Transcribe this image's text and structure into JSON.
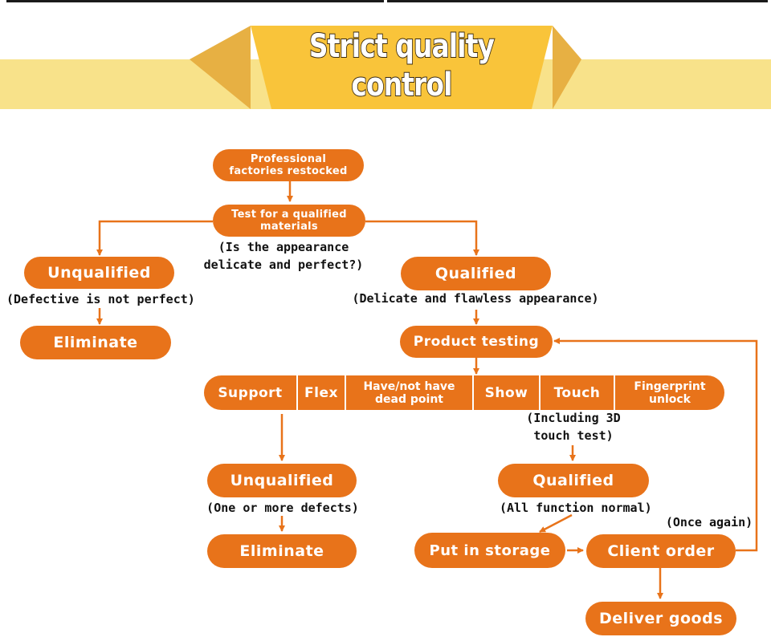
{
  "banner": {
    "title_line1": "Strict quality",
    "title_line2": "control"
  },
  "colors": {
    "node": "#e8731a",
    "arrow": "#e8731a",
    "band": "#f8e28a",
    "banner_center": "#f9c43a"
  },
  "flow": {
    "professional": "Professional factories restocked",
    "test_materials": "Test for a qualified materials",
    "appearance_question": "(Is the appearance delicate and perfect?)",
    "unqualified_1": "Unqualified",
    "unqualified_1_note": "(Defective is not perfect)",
    "eliminate_1": "Eliminate",
    "qualified_1": "Qualified",
    "qualified_1_note": "(Delicate and flawless appearance)",
    "product_testing": "Product testing",
    "tests": [
      "Support",
      "Flex",
      "Have/not have dead point",
      "Show",
      "Touch",
      "Fingerprint unlock"
    ],
    "touch_note": "(Including 3D touch test)",
    "unqualified_2": "Unqualified",
    "unqualified_2_note": "(One or more defects)",
    "eliminate_2": "Eliminate",
    "qualified_2": "Qualified",
    "qualified_2_note": "(All function normal)",
    "storage": "Put in storage",
    "client_order": "Client order",
    "once_again": "(Once again)",
    "deliver": "Deliver goods"
  }
}
